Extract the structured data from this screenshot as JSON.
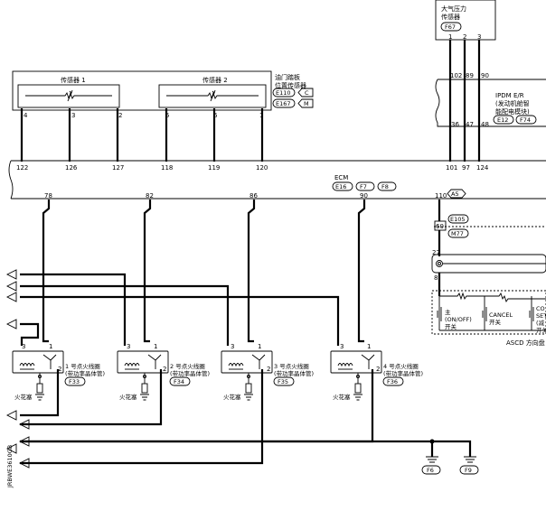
{
  "components": {
    "atm_sensor": {
      "name_line1": "大气压力",
      "name_line2": "传感器",
      "code": "F67",
      "pins": [
        "1",
        "2",
        "3"
      ]
    },
    "pedal_sensor": {
      "name_line1": "油门踏板",
      "name_line2": "位置传感器",
      "codes": [
        "E110",
        "E167"
      ],
      "tags": [
        "C",
        "M"
      ]
    },
    "sensor1": {
      "label": "传感器 1",
      "pins": [
        "4",
        "3",
        "2"
      ]
    },
    "sensor2": {
      "label": "传感器 2",
      "pins": [
        "5",
        "6",
        "1"
      ]
    },
    "ipdm": {
      "line1": "IPDM E/R",
      "line2": "(发动机舱智",
      "line3": "能配电模块)",
      "codes": [
        "E12",
        "F74"
      ],
      "top_pins": [
        "102",
        "89",
        "90"
      ],
      "bottom_pins": [
        "36",
        "47",
        "48"
      ]
    },
    "ecm": {
      "name": "ECM",
      "codes": [
        "E16",
        "F7",
        "F8"
      ],
      "top_pins": [
        "122",
        "126",
        "127",
        "118",
        "119",
        "120",
        "101",
        "97",
        "124"
      ],
      "bottom_pins": [
        "78",
        "82",
        "86",
        "90",
        "110"
      ],
      "tag_a5": "A5"
    },
    "connector": {
      "codes": [
        "E105",
        "M77"
      ],
      "pins": [
        "60",
        "27",
        "8"
      ]
    },
    "asco": {
      "sw1_line1": "主",
      "sw1_line2": "(ON/OFF)",
      "sw1_line3": "开关",
      "sw2_line1": "CANCEL",
      "sw2_line2": "开关",
      "sw3_line1": "CO",
      "sw3_line2": "SET",
      "sw3_line3": "(减",
      "sw3_line4": "开关",
      "caption": "ASCD 方向盘"
    },
    "coils": [
      {
        "line1": "1 号点火线圈",
        "line2": "(带功率晶体管)",
        "code": "F33",
        "pins": [
          "3",
          "1",
          "2"
        ],
        "plug": "火花塞"
      },
      {
        "line1": "2 号点火线圈",
        "line2": "(带功率晶体管)",
        "code": "F34",
        "pins": [
          "3",
          "1",
          "2"
        ],
        "plug": "火花塞"
      },
      {
        "line1": "3 号点火线圈",
        "line2": "(带功率晶体管)",
        "code": "F35",
        "pins": [
          "3",
          "1",
          "2"
        ],
        "plug": "火花塞"
      },
      {
        "line1": "4 号点火线圈",
        "line2": "(带功率晶体管)",
        "code": "F36",
        "pins": [
          "3",
          "1",
          "2"
        ],
        "plug": "火花塞"
      }
    ],
    "grounds": [
      "F6",
      "F9"
    ],
    "side_code": "JRBWE3610GB"
  }
}
